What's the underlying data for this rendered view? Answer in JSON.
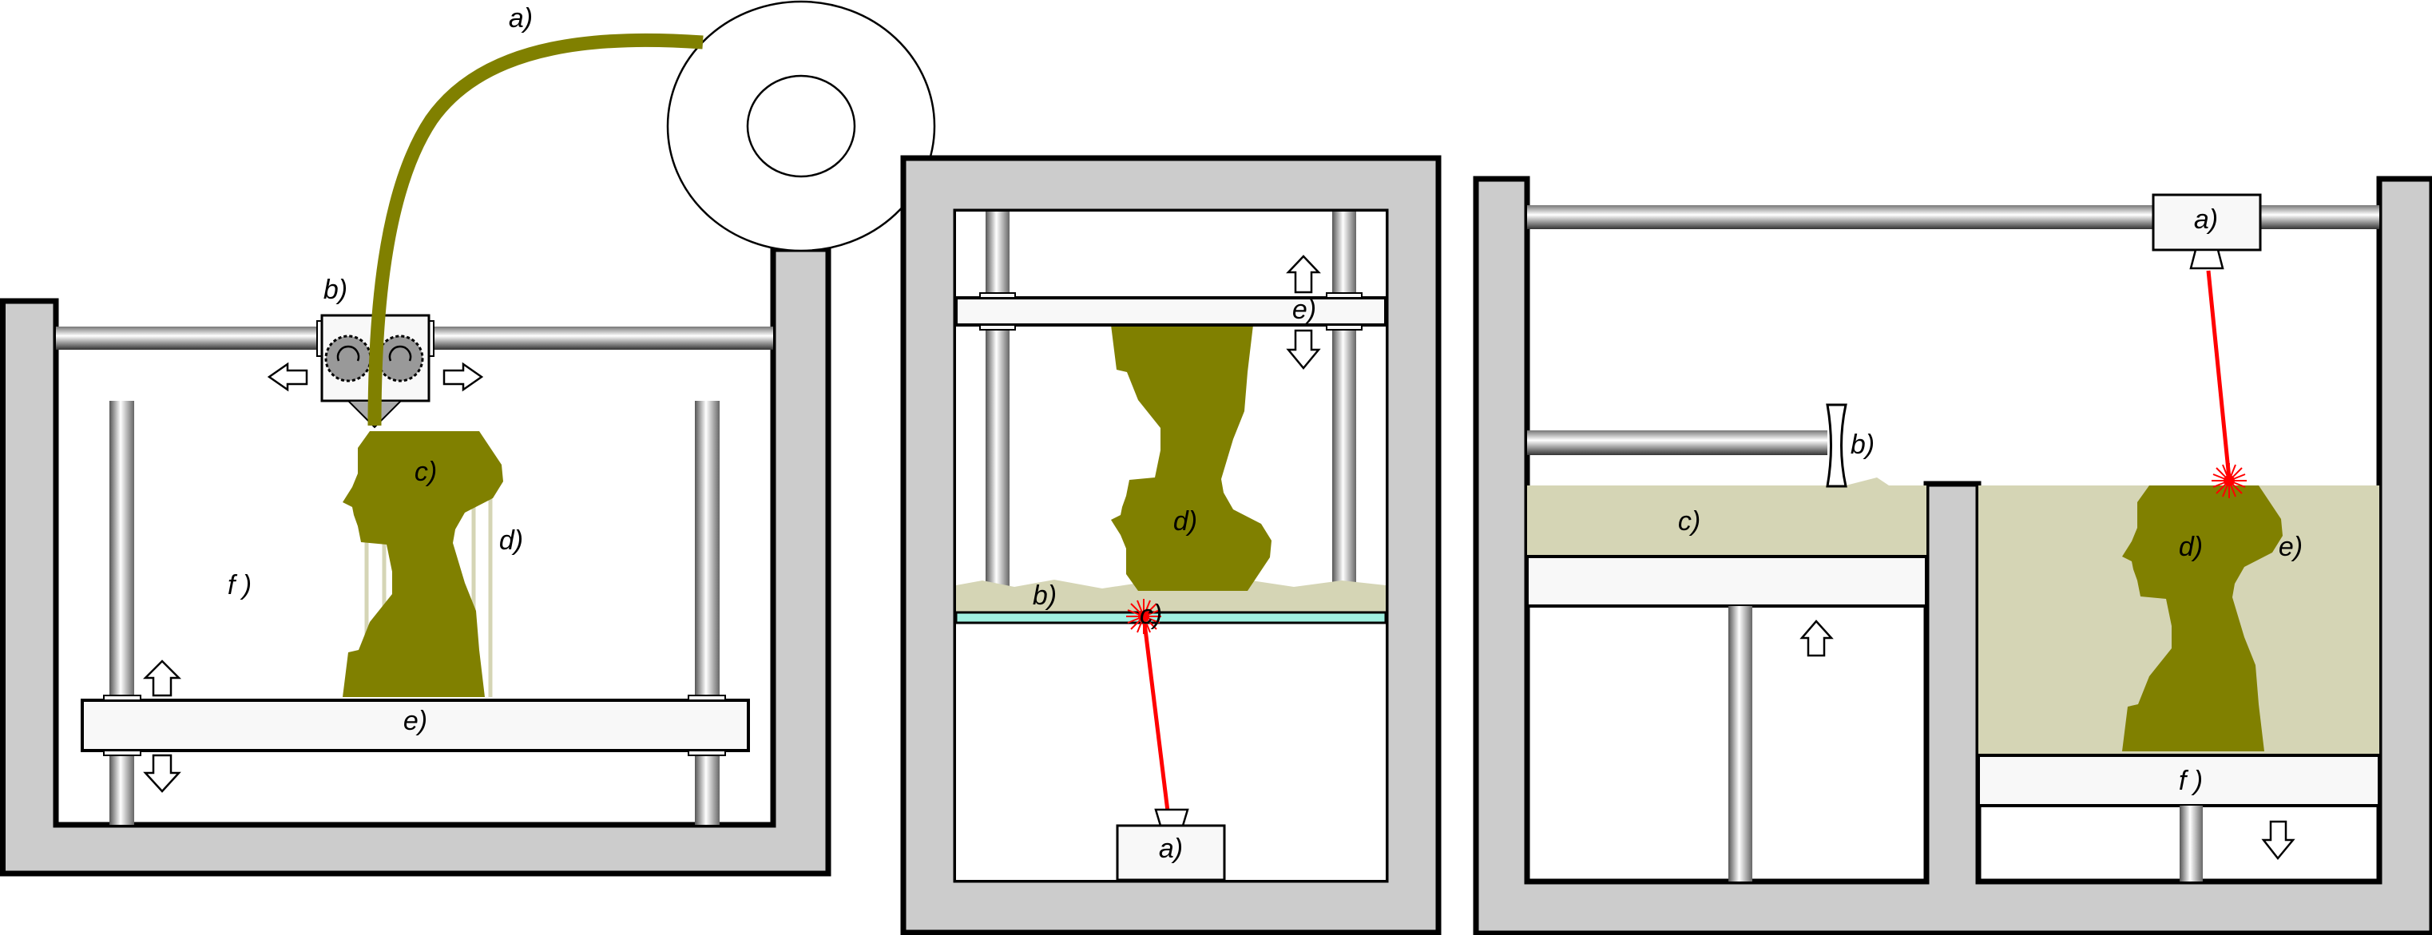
{
  "colors": {
    "frame": "#cccccc",
    "material": "#808000",
    "powder": "#d5d5b5",
    "laser": "#ff0000",
    "glass": "#a0f0e0"
  },
  "fdm": {
    "labels": {
      "a": "a)",
      "b": "b)",
      "c": "c)",
      "d": "d)",
      "e": "e)",
      "f": "f )"
    }
  },
  "sla": {
    "labels": {
      "a": "a)",
      "b": "b)",
      "c": "c)",
      "d": "d)",
      "e": "e)"
    }
  },
  "sls": {
    "labels": {
      "a": "a)",
      "b": "b)",
      "c": "c)",
      "d": "d)",
      "e": "e)",
      "f": "f )"
    }
  }
}
